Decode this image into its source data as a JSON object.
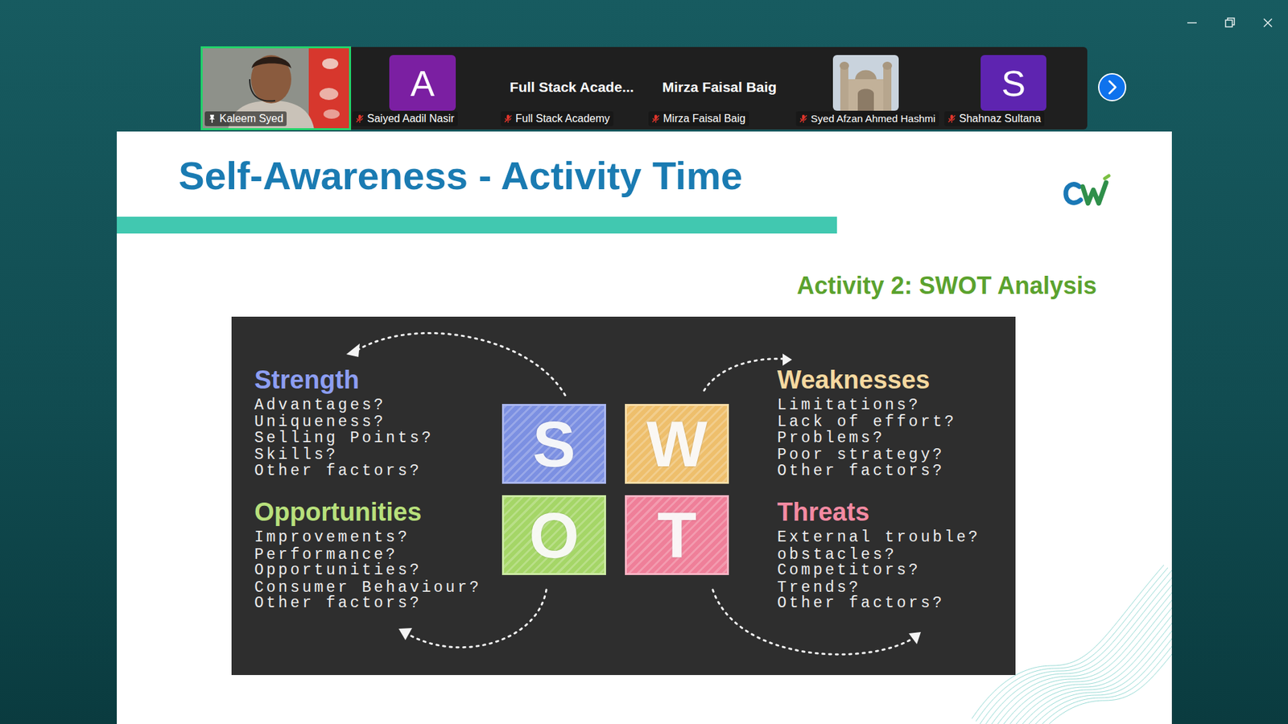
{
  "diagram": {
    "title": "Self-Awareness - Activity Time",
    "nodes": [
      {
        "text": [
          "Kaleem Syed"
        ]
      },
      {
        "text": [
          "A",
          "Saiyed Aadil Nasir"
        ]
      },
      {
        "text": [
          "Full Stack Acade...",
          "Full Stack Academy"
        ]
      },
      {
        "text": [
          "Mirza Faisal Baig",
          "Mirza Faisal Baig"
        ]
      },
      {
        "text": [
          "Syed Afzan Ahmed Hashmi"
        ]
      },
      {
        "text": [
          "S",
          "Shahnaz Sultana"
        ]
      },
      {
        "text": [
          "S"
        ]
      },
      {
        "text": [
          "W"
        ]
      },
      {
        "text": [
          "O"
        ]
      },
      {
        "text": [
          "T"
        ]
      }
    ],
    "labels": [
      "Activity 2: SWOT Analysis",
      "Strength",
      "Advantages?",
      "Uniqueness?",
      "Selling Points?",
      "Skills?",
      "Other factors?",
      "Weaknesses",
      "Limitations?",
      "Lack of effort?",
      "Problems?",
      "Poor strategy?",
      "Other factors?",
      "Opportunities",
      "Improvements?",
      "Performance?",
      "Opportunities?",
      "Consumer Behaviour?",
      "Other factors?",
      "Threats",
      "External trouble?",
      "obstacles?",
      "Competitors?",
      "Trends?",
      "Other factors?"
    ]
  }
}
